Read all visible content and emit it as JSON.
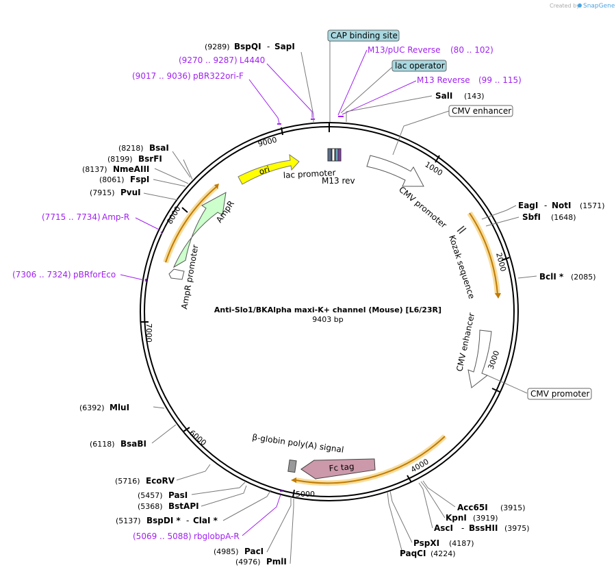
{
  "credit": {
    "prefix": "Created by",
    "brand": "SnapGene"
  },
  "plasmid": {
    "name": "Anti-Slo1/BKAlpha maxi-K+ channel (Mouse) [L6/23R]",
    "size": "9403 bp"
  },
  "ticks": [
    "1000",
    "2000",
    "3000",
    "4000",
    "5000",
    "6000",
    "7000",
    "8000",
    "9000"
  ],
  "sites": {
    "bspqi": {
      "pos": "(9289)",
      "name": "BspQI",
      "sep": "-",
      "name2": "SapI"
    },
    "sali": {
      "name": "SalI",
      "pos": "(143)"
    },
    "bsai": {
      "pos": "(8218)",
      "name": "BsaI"
    },
    "bsrfi": {
      "pos": "(8199)",
      "name": "BsrFI"
    },
    "nmeaiii": {
      "pos": "(8137)",
      "name": "NmeAIII"
    },
    "fspi": {
      "pos": "(8061)",
      "name": "FspI"
    },
    "pvui": {
      "pos": "(7915)",
      "name": "PvuI"
    },
    "eagi": {
      "name": "EagI",
      "sep": "-",
      "name2": "NotI",
      "pos": "(1571)"
    },
    "sbfi": {
      "name": "SbfI",
      "pos": "(1648)"
    },
    "bcli": {
      "name": "BclI *",
      "pos": "(2085)"
    },
    "mlui": {
      "pos": "(6392)",
      "name": "MluI"
    },
    "bsabi": {
      "pos": "(6118)",
      "name": "BsaBI"
    },
    "ecorv": {
      "pos": "(5716)",
      "name": "EcoRV"
    },
    "pasi": {
      "pos": "(5457)",
      "name": "PasI"
    },
    "bstapi": {
      "pos": "(5368)",
      "name": "BstAPI"
    },
    "bspdi": {
      "pos": "(5137)",
      "name": "BspDI *",
      "sep": "-",
      "name2": "ClaI *"
    },
    "paci": {
      "pos": "(4985)",
      "name": "PacI"
    },
    "pmli": {
      "pos": "(4976)",
      "name": "PmlI"
    },
    "acc65i": {
      "name": "Acc65I",
      "pos": "(3915)"
    },
    "kpni": {
      "name": "KpnI",
      "pos": "(3919)"
    },
    "asci": {
      "name": "AscI",
      "sep": "-",
      "name2": "BssHII",
      "pos": "(3975)"
    },
    "pspxi": {
      "name": "PspXI",
      "pos": "(4187)"
    },
    "paqci": {
      "name": "PaqCI",
      "pos": "(4224)"
    }
  },
  "primers": {
    "l4440": {
      "range": "(9270 .. 9287)",
      "name": "L4440"
    },
    "pbr322": {
      "range": "(9017 .. 9036)",
      "name": "pBR322ori-F"
    },
    "m13puc": {
      "name": "M13/pUC Reverse",
      "range": "(80 .. 102)"
    },
    "m13rev": {
      "name": "M13 Reverse",
      "range": "(99 .. 115)"
    },
    "ampr": {
      "range": "(7715 .. 7734)",
      "name": "Amp-R"
    },
    "pbrforeco": {
      "range": "(7306 .. 7324)",
      "name": "pBRforEco"
    },
    "rbglob": {
      "range": "(5069 .. 5088)",
      "name": "rbglobpA-R"
    }
  },
  "boxed": {
    "cap": "CAP binding site",
    "lacop": "lac operator",
    "cmvenh_top": "CMV enhancer",
    "cmvprom_right": "CMV promoter"
  },
  "features": {
    "ori": "ori",
    "lac_promoter": "lac promoter",
    "m13_rev": "M13 rev",
    "cmv_promoter": "CMV promoter",
    "kozak": "Kozak sequence",
    "cmv_enhancer": "CMV enhancer",
    "ampr": "AmpR",
    "ampr_promoter": "AmpR promoter",
    "bglobin": "β-globin poly(A) signal",
    "fc_tag": "Fc tag"
  },
  "colors": {
    "primer": "#a020f0",
    "ori": "#ffff00",
    "ampr": "#ccffcc",
    "fc": "#cc99aa",
    "orf": "#d08a10",
    "boxed_blue": "#a8d8e0"
  }
}
